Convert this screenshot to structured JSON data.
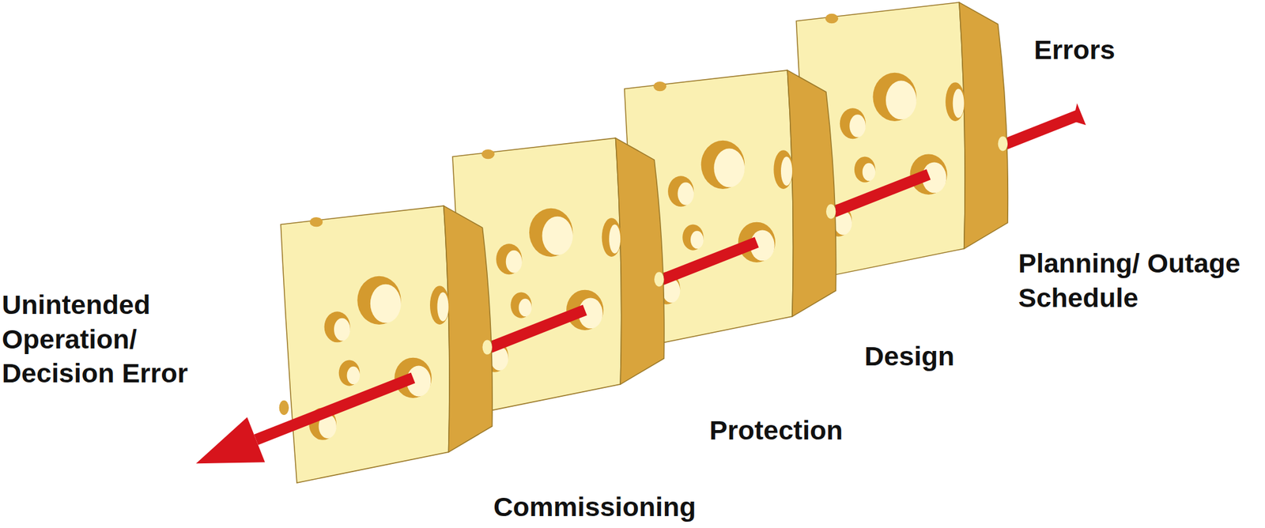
{
  "diagram": {
    "labels": [
      "Errors",
      "Planning/ Outage Schedule",
      "Design",
      "Protection",
      "Commissioning",
      "Unintended Operation/ Decision Error"
    ]
  }
}
